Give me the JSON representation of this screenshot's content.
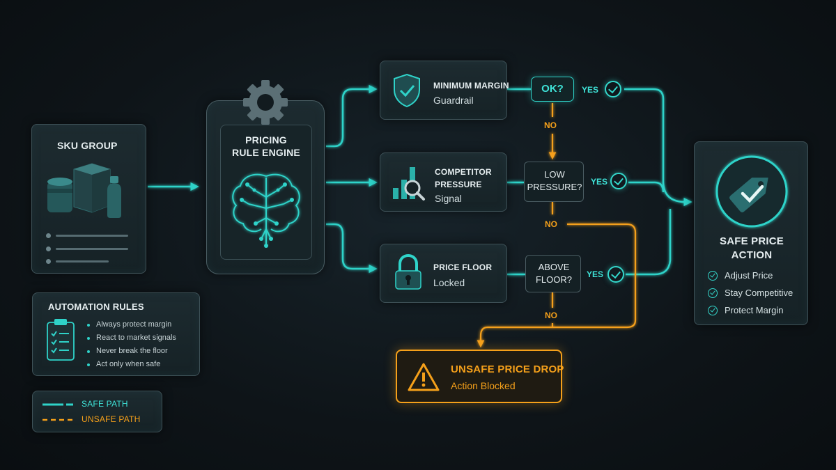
{
  "colors": {
    "safe": "#2fd3c9",
    "unsafe": "#f5a01a",
    "panel": "#1a272c"
  },
  "sku": {
    "title": "SKU GROUP"
  },
  "engine": {
    "line1": "PRICING",
    "line2": "RULE ENGINE"
  },
  "checks": [
    {
      "title": "MINIMUM MARGIN",
      "subtitle": "Guardrail",
      "decision": [
        "OK?"
      ],
      "yes": "YES",
      "no": "NO"
    },
    {
      "title_lines": [
        "COMPETITOR",
        "PRESSURE"
      ],
      "subtitle": "Signal",
      "decision": [
        "LOW",
        "PRESSURE?"
      ],
      "yes": "YES",
      "no": "NO"
    },
    {
      "title": "PRICE FLOOR",
      "subtitle": "Locked",
      "decision": [
        "ABOVE",
        "FLOOR?"
      ],
      "yes": "YES",
      "no": "NO"
    }
  ],
  "safe_action": {
    "title_lines": [
      "SAFE PRICE",
      "ACTION"
    ],
    "items": [
      "Adjust Price",
      "Stay Competitive",
      "Protect Margin"
    ]
  },
  "unsafe": {
    "title": "UNSAFE PRICE DROP",
    "subtitle": "Action Blocked"
  },
  "rules": {
    "title": "AUTOMATION RULES",
    "items": [
      "Always protect margin",
      "React to market signals",
      "Never break the floor",
      "Act only when safe"
    ]
  },
  "legend": {
    "safe": "SAFE PATH",
    "unsafe": "UNSAFE PATH"
  }
}
